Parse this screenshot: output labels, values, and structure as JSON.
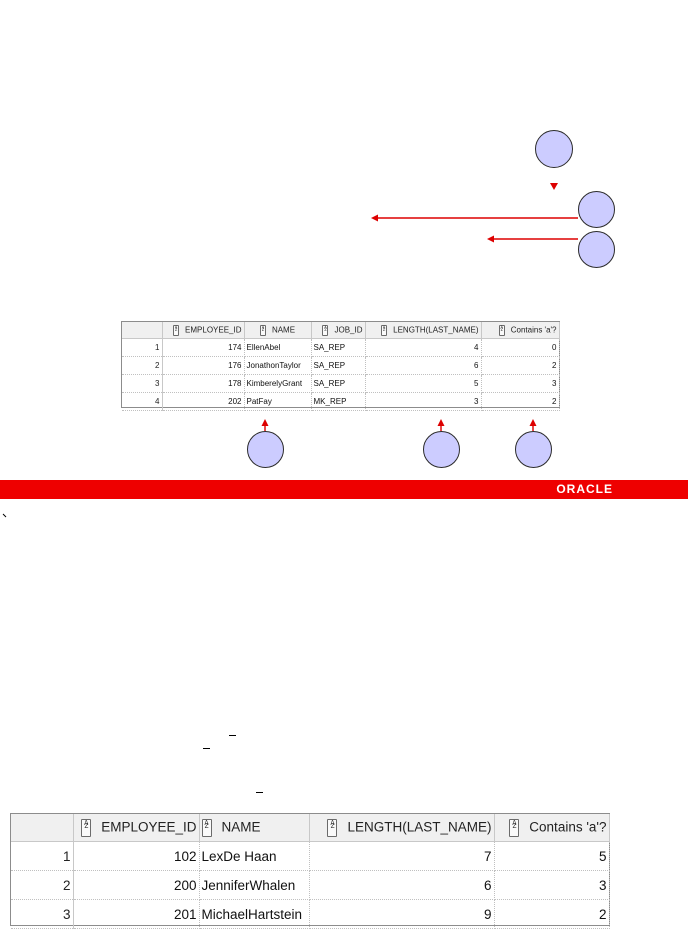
{
  "banner": {
    "logo_text": "ORACLE",
    "color": "#ee0000"
  },
  "result_grid_1": {
    "columns": [
      "EMPLOYEE_ID",
      "NAME",
      "JOB_ID",
      "LENGTH(LAST_NAME)",
      "Contains 'a'?"
    ],
    "rows": [
      {
        "row_num": "1",
        "employee_id": "174",
        "name": "EllenAbel",
        "job_id": "SA_REP",
        "length_last_name": "4",
        "contains_a": "0"
      },
      {
        "row_num": "2",
        "employee_id": "176",
        "name": "JonathonTaylor",
        "job_id": "SA_REP",
        "length_last_name": "6",
        "contains_a": "2"
      },
      {
        "row_num": "3",
        "employee_id": "178",
        "name": "KimberelyGrant",
        "job_id": "SA_REP",
        "length_last_name": "5",
        "contains_a": "3"
      },
      {
        "row_num": "4",
        "employee_id": "202",
        "name": "PatFay",
        "job_id": "MK_REP",
        "length_last_name": "3",
        "contains_a": "2"
      }
    ]
  },
  "result_grid_2": {
    "columns": [
      "EMPLOYEE_ID",
      "NAME",
      "LENGTH(LAST_NAME)",
      "Contains 'a'?"
    ],
    "rows": [
      {
        "row_num": "1",
        "employee_id": "102",
        "name": "LexDe Haan",
        "length_last_name": "7",
        "contains_a": "5"
      },
      {
        "row_num": "2",
        "employee_id": "200",
        "name": "JenniferWhalen",
        "length_last_name": "6",
        "contains_a": "3"
      },
      {
        "row_num": "3",
        "employee_id": "201",
        "name": "MichaelHartstein",
        "length_last_name": "9",
        "contains_a": "2"
      }
    ]
  },
  "callouts": {
    "fill": "#ccccff",
    "arrow_color": "#dd0000"
  }
}
